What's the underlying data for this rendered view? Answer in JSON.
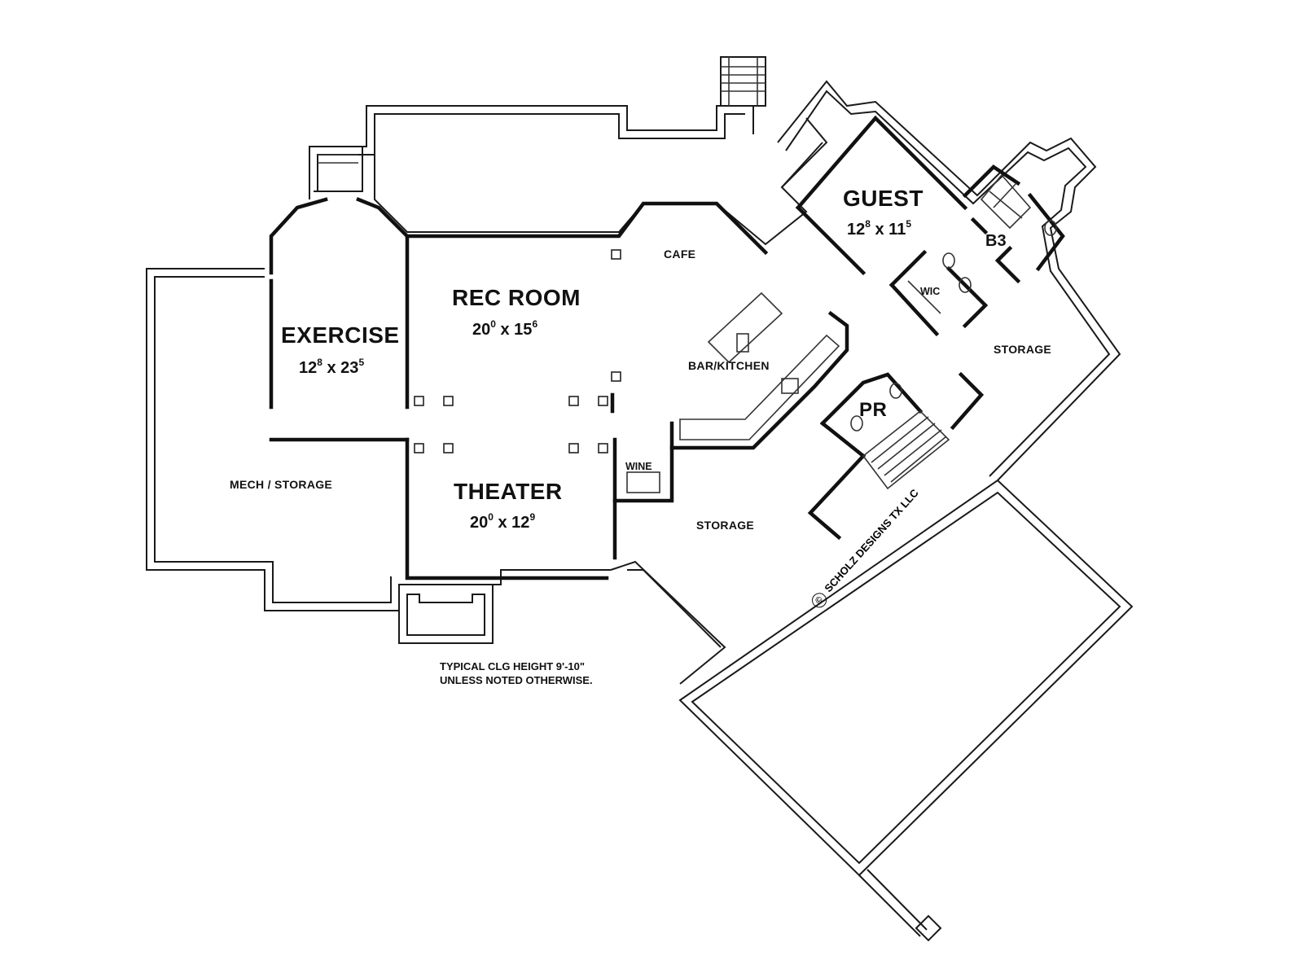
{
  "rooms": {
    "exercise": {
      "name": "EXERCISE",
      "dim_a": "12",
      "sup_a": "8",
      "dim_b": "x 23",
      "sup_b": "5"
    },
    "rec_room": {
      "name": "REC ROOM",
      "dim_a": "20",
      "sup_a": "0",
      "dim_b": "x 15",
      "sup_b": "6"
    },
    "theater": {
      "name": "THEATER",
      "dim_a": "20",
      "sup_a": "0",
      "dim_b": "x 12",
      "sup_b": "9"
    },
    "guest": {
      "name": "GUEST",
      "dim_a": "12",
      "sup_a": "8",
      "dim_b": "x 11",
      "sup_b": "5"
    },
    "b3": {
      "name": "B3"
    },
    "pr": {
      "name": "PR"
    },
    "wic": {
      "name": "WIC"
    },
    "wine": {
      "name": "WINE"
    },
    "cafe": {
      "name": "CAFE"
    },
    "bar_kitchen": {
      "name": "BAR/KITCHEN"
    },
    "mech_storage": {
      "name": "MECH / STORAGE"
    },
    "storage_center": {
      "name": "STORAGE"
    },
    "storage_right": {
      "name": "STORAGE"
    }
  },
  "notes": {
    "ceiling_line1": "TYPICAL CLG HEIGHT 9'-10\"",
    "ceiling_line2": "UNLESS NOTED OTHERWISE."
  },
  "credit": {
    "symbol": "©",
    "text": "SCHOLZ DESIGNS TX LLC"
  }
}
